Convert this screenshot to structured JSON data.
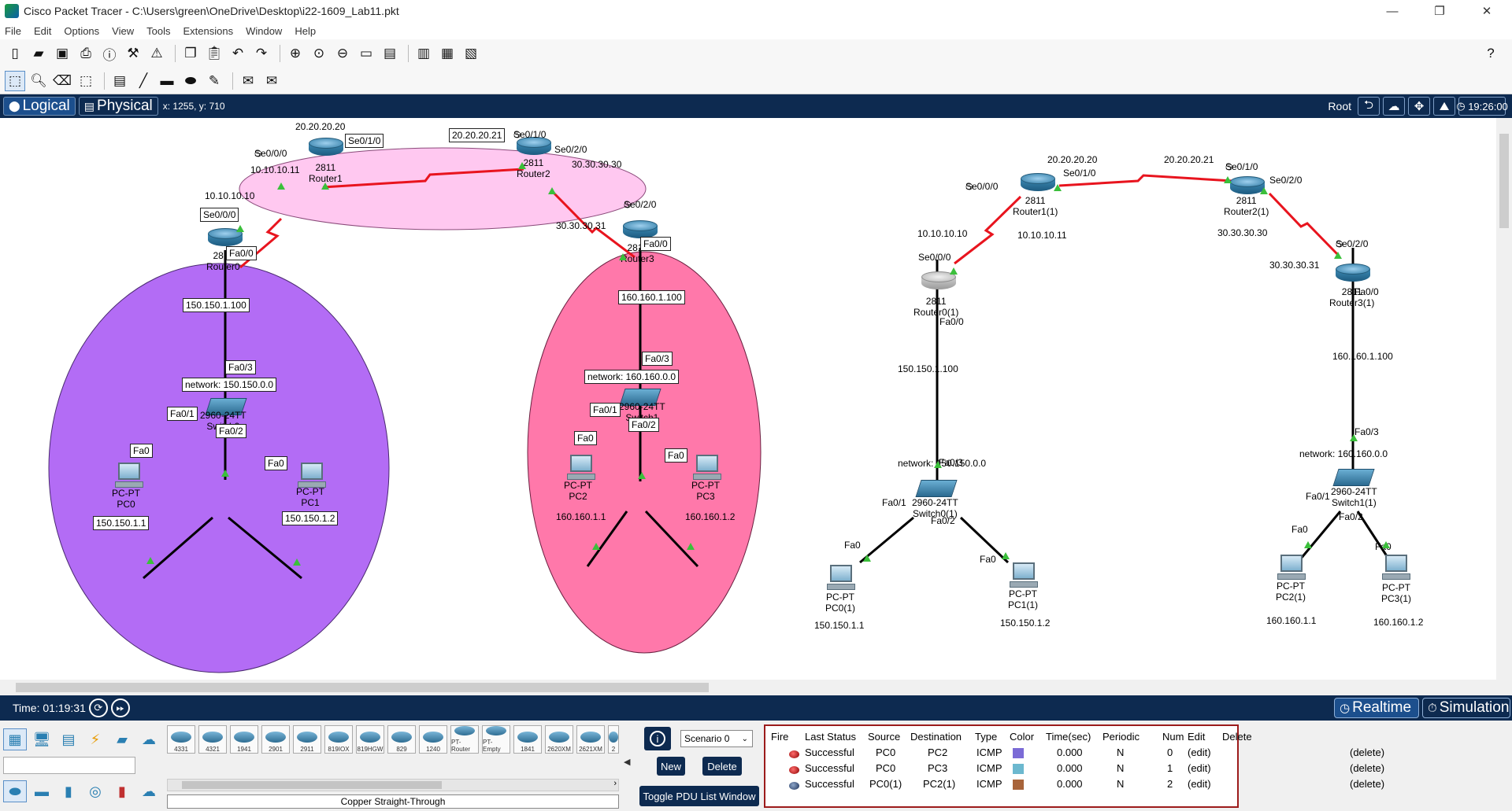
{
  "window": {
    "title": "Cisco Packet Tracer - C:\\Users\\green\\OneDrive\\Desktop\\i22-1609_Lab11.pkt",
    "minimize": "—",
    "restore": "❐",
    "close": "✕"
  },
  "menu": [
    "File",
    "Edit",
    "Options",
    "View",
    "Tools",
    "Extensions",
    "Window",
    "Help"
  ],
  "toolbar1": {
    "help": "?"
  },
  "tabs": {
    "logical": "Logical",
    "physical": "Physical",
    "coords": "x: 1255, y: 710"
  },
  "topright": {
    "root": "Root",
    "clock": "19:26:00"
  },
  "timebar": {
    "time": "Time: 01:19:31",
    "realtime": "Realtime",
    "simulation": "Simulation"
  },
  "colors": {
    "navy": "#0d2a50",
    "purple": "#b36cf5",
    "pink": "#ff78aa",
    "lightpink": "#ffc8f0",
    "serial": "#e8141e",
    "green": "#3bbf3b"
  },
  "topology": {
    "left": {
      "routers": [
        {
          "id": "router1",
          "model": "2811",
          "name": "Router1"
        },
        {
          "id": "router2",
          "model": "2811",
          "name": "Router2"
        },
        {
          "id": "router0",
          "model": "2811",
          "name": "Router0"
        },
        {
          "id": "router3",
          "model": "2811",
          "name": "Router3"
        }
      ],
      "labels": {
        "ip_20_20_20_20": "20.20.20.20",
        "r1_se010": "Se0/1/0",
        "ip_20_20_20_21": "20.20.20.21",
        "r2_se010": "Se0/1/0",
        "r1_se000": "Se0/0/0",
        "r2_se020": "Se0/2/0",
        "ip_10_10_10_11": "10.10.10.11",
        "ip_30_30_30_30": "30.30.30.30",
        "ip_10_10_10_10": "10.10.10.10",
        "r0_se000": "Se0/0/0",
        "r3_se020": "Se0/2/0",
        "ip_30_30_30_31": "30.30.30.31",
        "r0_fa00": "Fa0/0",
        "r3_fa00": "Fa0/0",
        "net1_gw": "150.150.1.100",
        "net2_gw": "160.160.1.100",
        "sw0_fa03": "Fa0/3",
        "sw1_fa03": "Fa0/3",
        "net1": "network: 150.150.0.0",
        "net2": "network: 160.160.0.0",
        "sw0_model": "2960-24TT",
        "sw0_name": "Switch0",
        "sw1_model": "2960-24TT",
        "sw1_name": "Switch1",
        "sw0_fa01": "Fa0/1",
        "sw0_fa02": "Fa0/2",
        "sw1_fa01": "Fa0/1",
        "sw1_fa02": "Fa0/2",
        "pc0_fa0": "Fa0",
        "pc1_fa0": "Fa0",
        "pc2_fa0": "Fa0",
        "pc3_fa0": "Fa0",
        "pc0_type": "PC-PT",
        "pc0_name": "PC0",
        "pc1_type": "PC-PT",
        "pc1_name": "PC1",
        "pc2_type": "PC-PT",
        "pc2_name": "PC2",
        "pc3_type": "PC-PT",
        "pc3_name": "PC3",
        "pc0_ip": "150.150.1.1",
        "pc1_ip": "150.150.1.2",
        "pc2_ip": "160.160.1.1",
        "pc3_ip": "160.160.1.2"
      }
    },
    "right": {
      "labels": {
        "ip_20_20_20_20": "20.20.20.20",
        "ip_20_20_20_21": "20.20.20.21",
        "r1_se010": "Se0/1/0",
        "r2_se010": "Se0/1/0",
        "r1_se000": "Se0/0/0",
        "r2_se020": "Se0/2/0",
        "r1_model": "2811",
        "r1_name": "Router1(1)",
        "r2_model": "2811",
        "r2_name": "Router2(1)",
        "ip_10_10_10_10": "10.10.10.10",
        "ip_10_10_10_11": "10.10.10.11",
        "ip_30_30_30_30": "30.30.30.30",
        "ip_30_30_30_31": "30.30.30.31",
        "r3_se020": "Se0/2/0",
        "r0_se000": "Se0/0/0",
        "r0_model": "2811",
        "r0_name": "Router0(1)",
        "r3_model": "2811",
        "r3_name": "Router3(1)",
        "r0_fa00": "Fa0/0",
        "r3_fa00": "Fa0/0",
        "net1_gw": "150.150.1.100",
        "net2_gw": "160.160.1.100",
        "sw0_fa03": "Fa0/3",
        "sw1_fa03": "Fa0/3",
        "net1": "network: 150.150.0.0",
        "net2": "network: 160.160.0.0",
        "sw0_model": "2960-24TT",
        "sw0_name": "Switch0(1)",
        "sw1_model": "2960-24TT",
        "sw1_name": "Switch1(1)",
        "sw0_fa01": "Fa0/1",
        "sw0_fa02": "Fa0/2",
        "sw1_fa01": "Fa0/1",
        "sw1_fa02": "Fa0/2",
        "pc0_fa0": "Fa0",
        "pc1_fa0": "Fa0",
        "pc2_fa0": "Fa0",
        "pc3_fa0": "Fa0",
        "pc0_type": "PC-PT",
        "pc0_name": "PC0(1)",
        "pc1_type": "PC-PT",
        "pc1_name": "PC1(1)",
        "pc2_type": "PC-PT",
        "pc2_name": "PC2(1)",
        "pc3_type": "PC-PT",
        "pc3_name": "PC3(1)",
        "pc0_ip": "150.150.1.1",
        "pc1_ip": "150.150.1.2",
        "pc2_ip": "160.160.1.1",
        "pc3_ip": "160.160.1.2"
      }
    }
  },
  "devices": {
    "models": [
      "4331",
      "4321",
      "1941",
      "2901",
      "2911",
      "819IOX",
      "819HGW",
      "829",
      "1240",
      "PT-Router",
      "PT-Empty",
      "1841",
      "2620XM",
      "2621XM",
      "2"
    ],
    "connection_label": "Copper Straight-Through"
  },
  "scenario": {
    "selected": "Scenario 0",
    "new": "New",
    "delete": "Delete",
    "toggle": "Toggle PDU List Window"
  },
  "pdu": {
    "headers": [
      "Fire",
      "Last Status",
      "Source",
      "Destination",
      "Type",
      "Color",
      "Time(sec)",
      "Periodic",
      "Num",
      "Edit",
      "Delete"
    ],
    "rows": [
      {
        "status": "Successful",
        "source": "PC0",
        "dest": "PC2",
        "type": "ICMP",
        "color": "#7b6bd6",
        "time": "0.000",
        "periodic": "N",
        "num": "0",
        "edit": "(edit)",
        "delete": "(delete)"
      },
      {
        "status": "Successful",
        "source": "PC0",
        "dest": "PC3",
        "type": "ICMP",
        "color": "#6cb8cf",
        "time": "0.000",
        "periodic": "N",
        "num": "1",
        "edit": "(edit)",
        "delete": "(delete)"
      },
      {
        "status": "Successful",
        "source": "PC0(1)",
        "dest": "PC2(1)",
        "type": "ICMP",
        "color": "#a8643a",
        "time": "0.000",
        "periodic": "N",
        "num": "2",
        "edit": "(edit)",
        "delete": "(delete)"
      }
    ]
  }
}
